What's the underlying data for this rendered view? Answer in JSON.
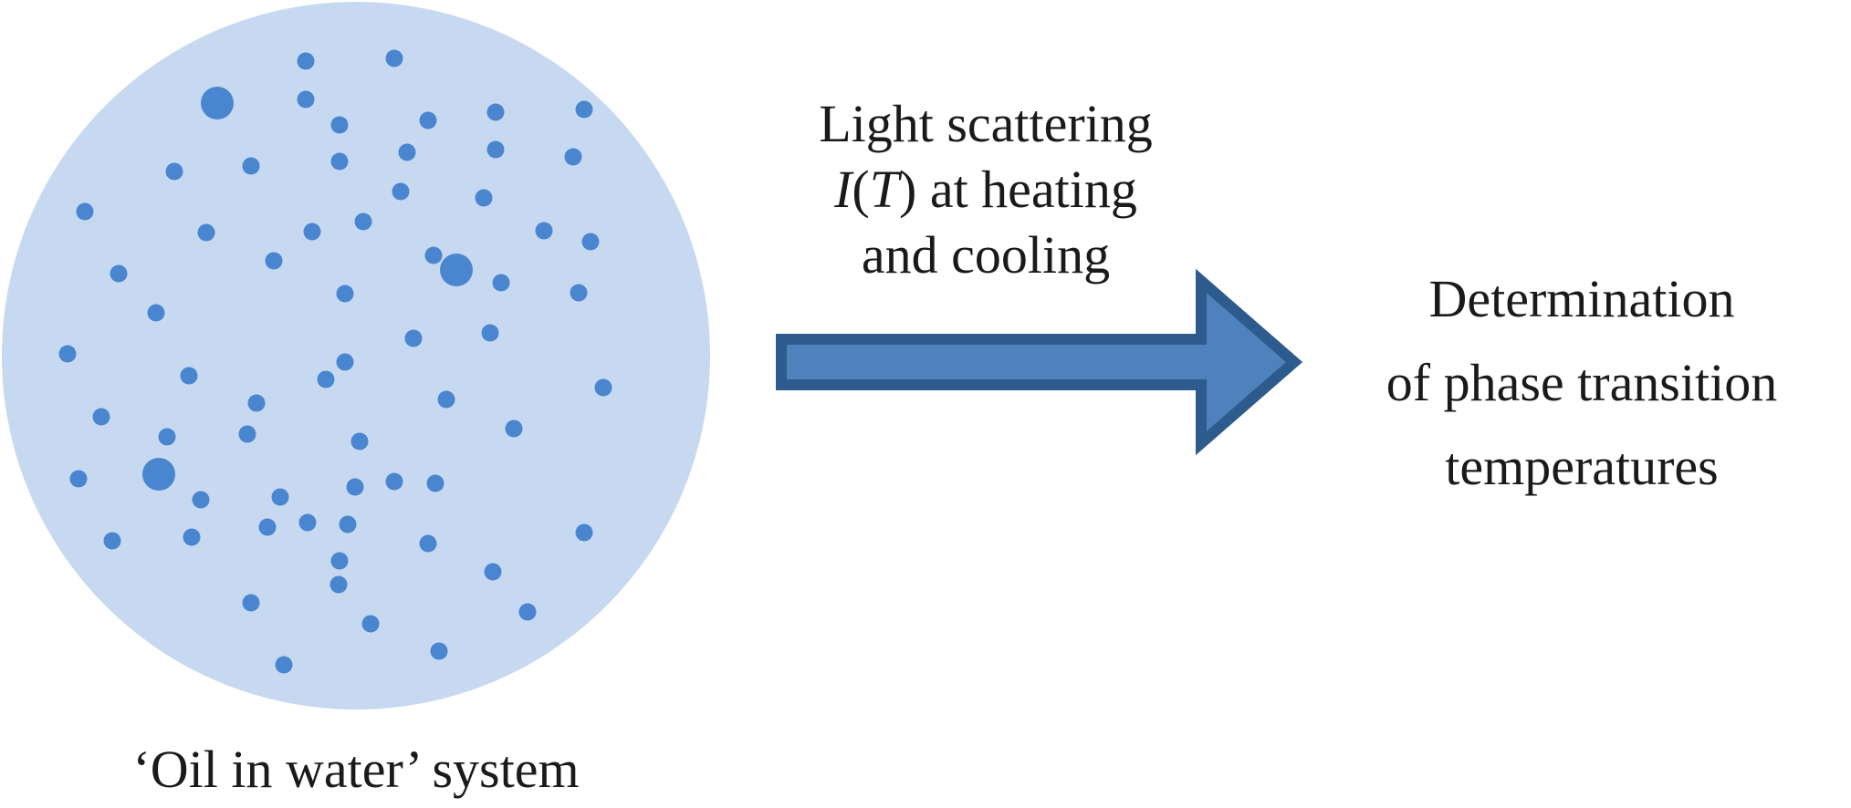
{
  "system": {
    "caption": "‘Oil in water’ system",
    "colors": {
      "medium": "#c6d9f1",
      "droplet": "#4a86cf"
    }
  },
  "process": {
    "line1": "Light scattering",
    "line2_var": "I",
    "line2_open": "(",
    "line2_arg": "T",
    "line2_close": ")",
    "line2_rest": " at heating",
    "line3": "and cooling",
    "colors": {
      "arrow_fill": "#4f81bd",
      "arrow_stroke": "#2d5b8e"
    }
  },
  "result": {
    "line1": "Determination",
    "line2": "of phase transition",
    "line3": "temperatures"
  }
}
